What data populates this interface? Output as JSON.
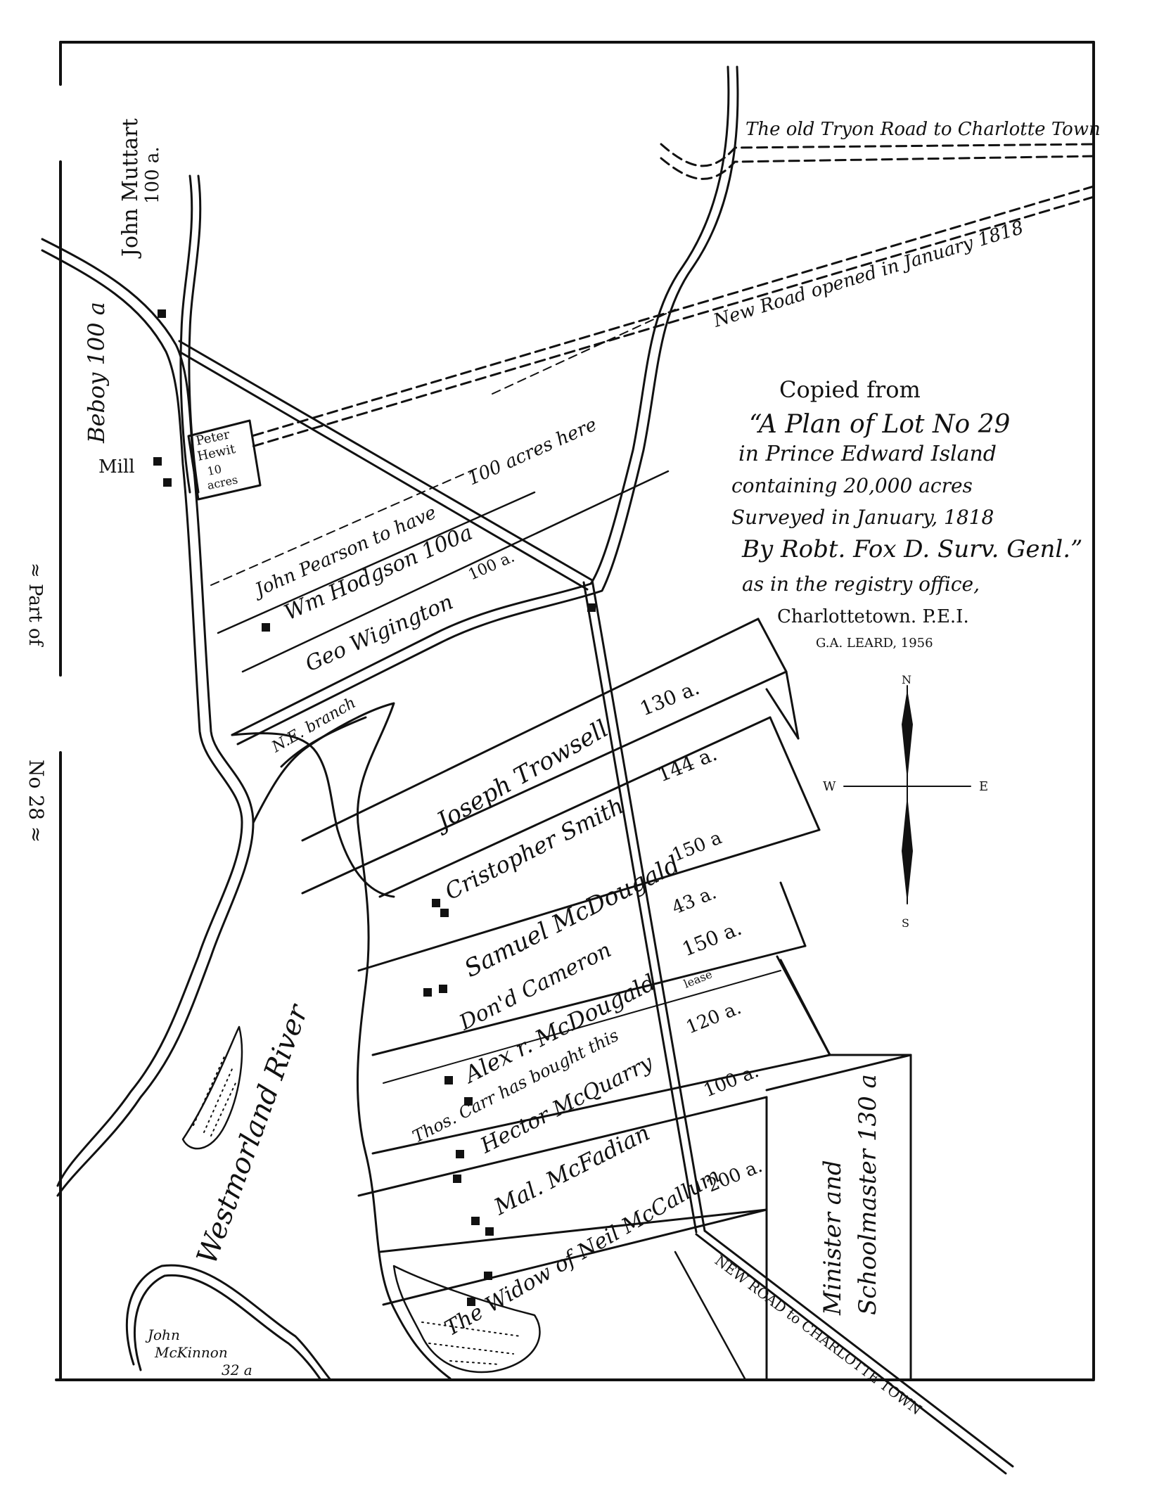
{
  "title_block": {
    "line1": "Copied from",
    "line2": "“A Plan of Lot No 29",
    "line3": "in Prince Edward Island",
    "line4": "containing 20,000 acres",
    "line5": "Surveyed in January, 1818",
    "line6": "By Robt. Fox D. Surv. Genl.”",
    "line7": "as in the registry office,",
    "line8": "Charlottetown. P.E.I.",
    "line9": "G.A. LEARD, 1956"
  },
  "roads": {
    "old_tryon": "The old Tryon Road to Charlotte Town",
    "new_road_1818": "New Road opened in January 1818",
    "new_road_charlotte": "NEW ROAD to CHARLOTTE TOWN"
  },
  "water": {
    "river": "Westmorland River",
    "branch": "N.E. branch"
  },
  "margin": {
    "part_of": "≈ Part of",
    "lot_no": "No 28 ≈"
  },
  "compass": {
    "n": "N",
    "s": "S",
    "e": "E",
    "w": "W"
  },
  "parcels": {
    "john_muttart": "John Muttart",
    "john_muttart_acres": "100 a.",
    "beboy": "Beboy 100 a",
    "mill": "Mill",
    "peter_1": "Peter",
    "peter_2": "Hewit",
    "peter_3": "10",
    "peter_4": "acres",
    "pearson": "John Pearson to have",
    "pearson_acres": "100 acres here",
    "hodgson": "Wm Hodgson 100a",
    "wigington": "Geo Wigington",
    "wigington_acres": "100 a.",
    "trowsell": "Joseph Trowsell",
    "trowsell_acres": "130 a.",
    "smith": "Cristopher Smith",
    "smith_acres": "144 a.",
    "mcdougald_s": "Samuel McDougald",
    "mcdougald_s_acres": "150 a",
    "cameron": "Don'd Cameron",
    "cameron_acres": "43 a.",
    "mcdougald_a": "Alex r. McDougald",
    "mcdougald_a_acres": "150 a.",
    "lease": "lease",
    "carr": "Thos. Carr has bought this",
    "mcquarry": "Hector McQuarry",
    "mcquarry_acres": "120 a.",
    "mcfadian": "Mal. McFadian",
    "mcfadian_acres": "100 a.",
    "mccallum": "The Widow of Neil McCallum",
    "mccallum_acres": "200 a.",
    "minister_1": "Minister and",
    "minister_2": "Schoolmaster 130 a",
    "mckinnon_1": "John",
    "mckinnon_2": "McKinnon",
    "mckinnon_3": "32 a"
  }
}
